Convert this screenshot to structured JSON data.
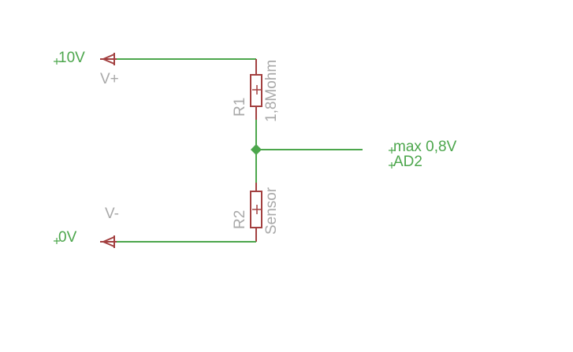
{
  "colors": {
    "background": "#ffffff",
    "wire_green": "#4ca64c",
    "symbol_red": "#a34040",
    "label_gray": "#a9a9a9"
  },
  "schematic": {
    "power_top": {
      "voltage_label": "10V",
      "net_label": "V+"
    },
    "power_bottom": {
      "voltage_label": "0V",
      "net_label": "V-"
    },
    "r1": {
      "name": "R1",
      "value": "1,8Mohm"
    },
    "r2": {
      "name": "R2",
      "value": "Sensor"
    },
    "output": {
      "label_line1": "max 0,8V",
      "label_line2": "AD2"
    }
  }
}
